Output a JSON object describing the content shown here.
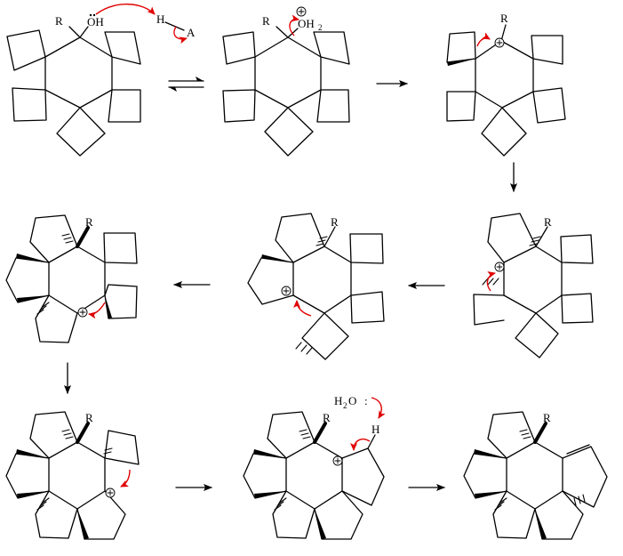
{
  "scheme": {
    "labels": {
      "R": "R",
      "OH": "OH",
      "H": "H",
      "A": "A",
      "OH2": "OH",
      "sub2": "2",
      "H2O_H": "H",
      "H2O_O": "O",
      "colon": ":",
      "plus": "+"
    }
  }
}
